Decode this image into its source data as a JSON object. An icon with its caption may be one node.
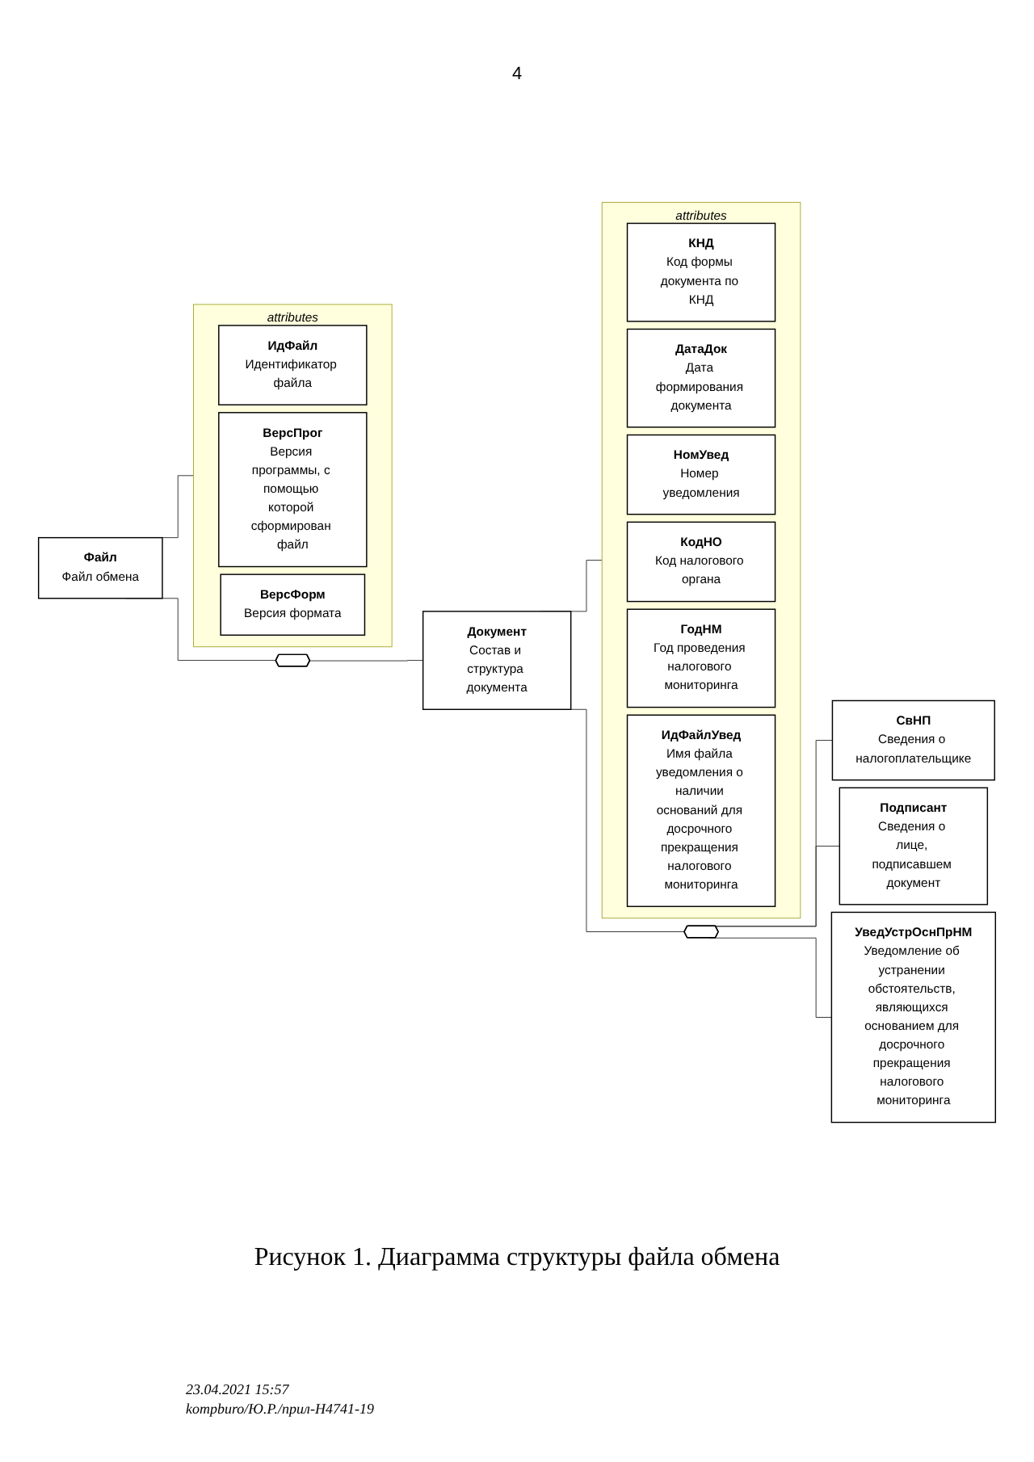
{
  "diagram": {
    "caption": "Рисунок 1. Диаграмма структуры файла обмена",
    "nodes": [
      {
        "text": [
          "Файл",
          "Файл обмена"
        ]
      },
      {
        "text": [
          "attributes"
        ]
      },
      {
        "text": [
          "ИдФайл",
          "Идентификатор файла"
        ],
        "in": 1
      },
      {
        "text": [
          "ВерсПрог",
          "Версия программы, с помощью которой сформирован файл"
        ],
        "in": 1
      },
      {
        "text": [
          "ВерсФорм",
          "Версия формата"
        ],
        "in": 1
      },
      {
        "text": [],
        "shape": "hexagon"
      },
      {
        "text": [
          "Документ",
          "Состав и структура документа"
        ]
      },
      {
        "text": [
          "attributes"
        ]
      },
      {
        "text": [
          "КНД",
          "Код формы документа по КНД"
        ],
        "in": 7
      },
      {
        "text": [
          "ДатаДок",
          "Дата формирования документа"
        ],
        "in": 7
      },
      {
        "text": [
          "НомУвед",
          "Номер уведомления"
        ],
        "in": 7
      },
      {
        "text": [
          "КодНО",
          "Код налогового органа"
        ],
        "in": 7
      },
      {
        "text": [
          "ГодНМ",
          "Год проведения налогового мониторинга"
        ],
        "in": 7
      },
      {
        "text": [
          "ИдФайлУвед",
          "Имя файла уведомления о наличии оснований для досрочного прекращения налогового мониторинга"
        ],
        "in": 7
      },
      {
        "text": [],
        "shape": "hexagon"
      },
      {
        "text": [
          "СвНП",
          "Сведения о налогоплательщике"
        ]
      },
      {
        "text": [
          "Подписант",
          "Сведения о лице, подписавшем документ"
        ]
      },
      {
        "text": [
          "УведУстрОснПрНМ",
          "Уведомление об устранении обстоятельств, являющихся основанием для досрочного прекращения налогового мониторинга"
        ]
      }
    ],
    "edges": [
      {
        "from": 0,
        "to": 1,
        "arrow": "none"
      },
      {
        "from": 0,
        "to": 5,
        "arrow": "none"
      },
      {
        "from": 5,
        "to": 6,
        "arrow": "none"
      },
      {
        "from": 6,
        "to": 7,
        "arrow": "none"
      },
      {
        "from": 6,
        "to": 14,
        "arrow": "none"
      },
      {
        "from": 14,
        "to": 15,
        "arrow": "none"
      },
      {
        "from": 14,
        "to": 16,
        "arrow": "none"
      },
      {
        "from": 14,
        "to": 17,
        "arrow": "none"
      }
    ],
    "labels": [
      "4",
      "23.04.2021 15:57",
      "kompburo/Ю.Р./прил-Н4741-19"
    ]
  }
}
